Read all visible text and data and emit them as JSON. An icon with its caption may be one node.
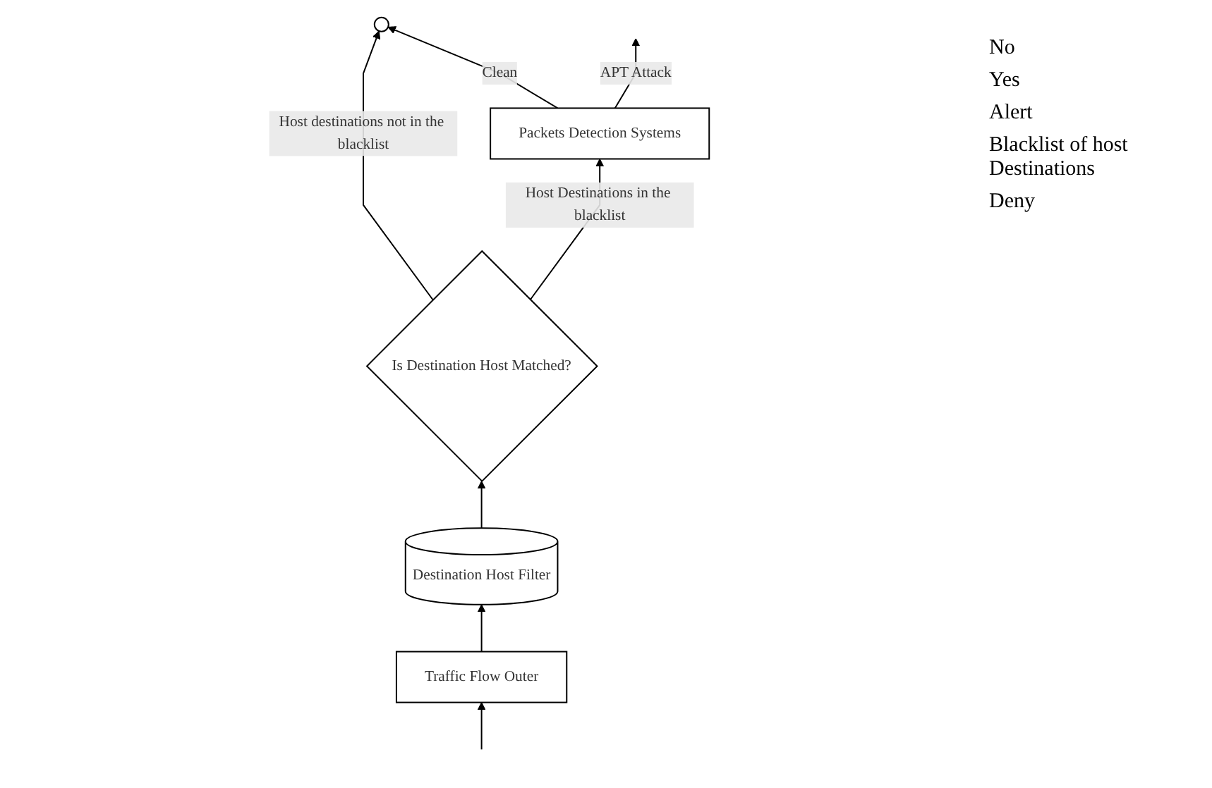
{
  "diagram": {
    "nodes": [
      {
        "text": [],
        "shape": "circle"
      },
      {
        "text": [
          "Is Destination Host Matched?"
        ]
      },
      {
        "text": [
          "Destination Host Filter"
        ]
      },
      {
        "text": [
          "Packets Detection Systems"
        ]
      },
      {
        "text": [
          "Traffic Flow Outer"
        ]
      }
    ],
    "edges": [
      {
        "from": 1,
        "to": 0,
        "arrow": "to",
        "label": "Host destinations not in the blacklist"
      },
      {
        "from": 1,
        "to": 3,
        "arrow": "to",
        "label": "Host Destinations in the blacklist"
      },
      {
        "from": 3,
        "to": 0,
        "arrow": "to",
        "label": "Clean"
      },
      {
        "from": 3,
        "to": null,
        "arrow": "to",
        "label": "APT Attack"
      },
      {
        "from": 2,
        "to": 1,
        "arrow": "to"
      },
      {
        "from": 4,
        "to": 2,
        "arrow": "to"
      },
      {
        "from": null,
        "to": 4,
        "arrow": "to"
      }
    ],
    "labels": [
      "No",
      "Yes",
      "Alert",
      "Blacklist of host Destinations",
      "Deny"
    ]
  }
}
